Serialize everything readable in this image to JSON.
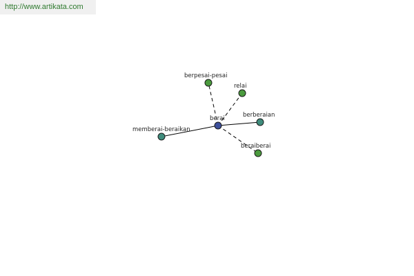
{
  "header": {
    "source_url_text": "http://www.artikata.com"
  },
  "graph": {
    "center": "berai",
    "colors": {
      "center_node": "#3c4f9a",
      "teal_node": "#3f8c7c",
      "green_node": "#4b9a3e",
      "link_text": "#2f7a2f"
    },
    "nodes": [
      {
        "id": "berai",
        "label": "berai",
        "kind": "center"
      },
      {
        "id": "berpesai-pesai",
        "label": "berpesai-pesai",
        "kind": "green"
      },
      {
        "id": "relai",
        "label": "relai",
        "kind": "green"
      },
      {
        "id": "berberaian",
        "label": "berberaian",
        "kind": "teal"
      },
      {
        "id": "memberai-beraikan",
        "label": "memberai-beraikan",
        "kind": "teal"
      },
      {
        "id": "beraiberai",
        "label": "beraiberai",
        "kind": "green"
      }
    ],
    "edges": [
      {
        "from": "berai",
        "to": "berpesai-pesai",
        "style": "dashed"
      },
      {
        "from": "berai",
        "to": "relai",
        "style": "dashed"
      },
      {
        "from": "berai",
        "to": "berberaian",
        "style": "solid"
      },
      {
        "from": "berai",
        "to": "memberai-beraikan",
        "style": "solid"
      },
      {
        "from": "berai",
        "to": "beraiberai",
        "style": "dashed"
      }
    ]
  }
}
